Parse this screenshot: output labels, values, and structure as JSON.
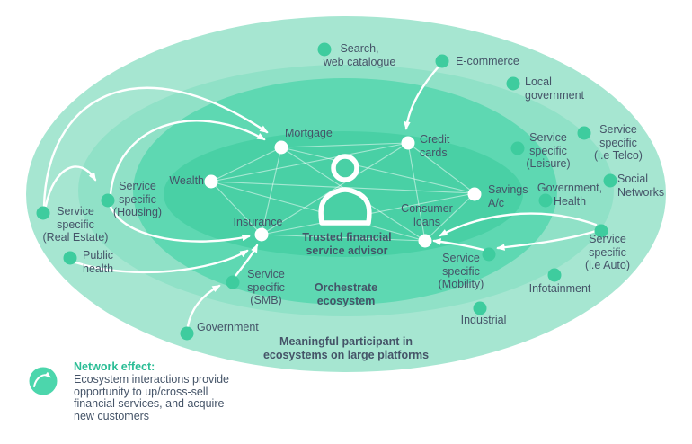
{
  "colors": {
    "ring1": "#A6E6D1",
    "ring2": "#90E1C7",
    "ring3": "#5ED8B2",
    "ring4": "#49D0A5",
    "dot": "#3ECC9E",
    "node": "#FFFFFF",
    "text": "#455468",
    "accent": "#2ABD95",
    "legend_icon": "#4CD6AC"
  },
  "labels": {
    "search": "Search,\nweb catalogue",
    "ecommerce": "E-commerce",
    "local_government": "Local\ngovernment",
    "telco": "Service\nspecific\n(i.e Telco)",
    "leisure": "Service\nspecific\n(Leisure)",
    "social_networks": "Social\nNetworks",
    "government_health": "Government,\nHealth",
    "auto": "Service\nspecific\n(i.e Auto)",
    "infotainment": "Infotainment",
    "industrial": "Industrial",
    "mobility": "Service\nspecific\n(Mobility)",
    "smb": "Service\nspecific\n(SMB)",
    "government": "Government",
    "public_health": "Public\nhealth",
    "housing": "Service\nspecific\n(Housing)",
    "real_estate": "Service\nspecific\n(Real Estate)",
    "wealth": "Wealth",
    "mortgage": "Mortgage",
    "credit_cards": "Credit\ncards",
    "savings": "Savings\nA/c",
    "insurance": "Insurance",
    "consumer_loans": "Consumer\nloans",
    "advisor": "Trusted financial\nservice advisor",
    "orchestrate": "Orchestrate\necosystem",
    "meaningful": "Meaningful participant in\necosystems on large platforms"
  },
  "legend": {
    "title": "Network effect:",
    "body": "Ecosystem interactions provide\nopportunity to up/cross-sell\nfinancial services, and acquire\nnew customers"
  }
}
